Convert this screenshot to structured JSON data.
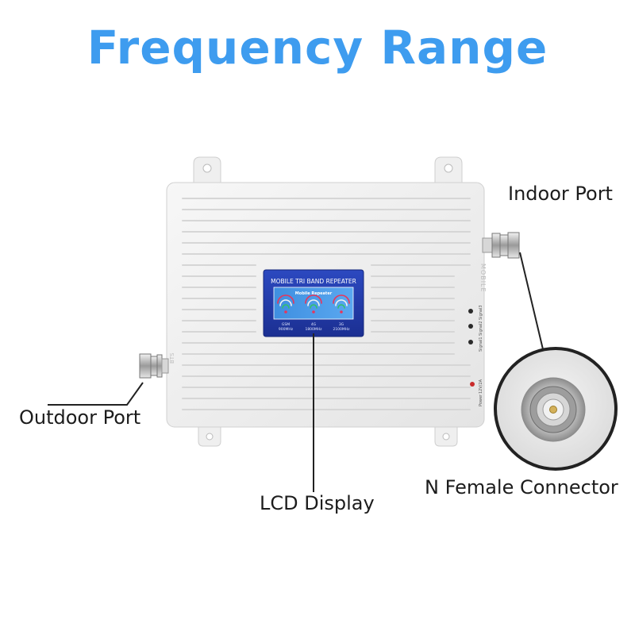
{
  "title": "Frequency Range",
  "callouts": {
    "indoor_port": "Indoor Port",
    "outdoor_port": "Outdoor Port",
    "lcd_display": "LCD Display",
    "n_female_connector": "N Female Connector"
  },
  "device": {
    "panel_title": "MOBILE TRI BAND REPEATER",
    "panel_subtitle": "Mobile Repeater",
    "bands": [
      {
        "name": "GSM",
        "freq": "900MHz"
      },
      {
        "name": "4G",
        "freq": "1800MHz"
      },
      {
        "name": "3G",
        "freq": "2100MHz"
      }
    ],
    "indicators": [
      "Signal3",
      "Signal2",
      "Signal1",
      "Power"
    ],
    "power_spec": "12V/2A",
    "mobile_label": "MOBILE",
    "bts_label": "BTS"
  },
  "colors": {
    "title": "#3e9cef",
    "panel": "#1f39a8",
    "case": "#f2f2f2"
  }
}
